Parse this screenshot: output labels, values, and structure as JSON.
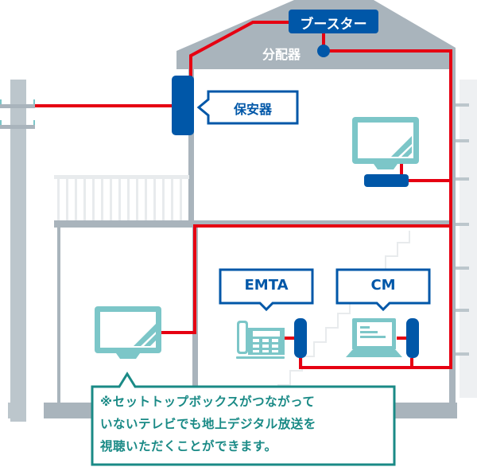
{
  "title": "ケーブルテレビ宅内配線図",
  "colors": {
    "wire": "#e60012",
    "device_blue": "#0057a8",
    "house_gray": "#a9b4bc",
    "pole_gray": "#bcc6cc",
    "light_gray": "#e8ebed",
    "icon_teal": "#7cc6c8",
    "note_teal": "#1a8a86",
    "white": "#ffffff"
  },
  "labels": {
    "booster": "ブースター",
    "splitter": "分配器",
    "protector": "保安器",
    "emta": "EMTA",
    "cm": "CM"
  },
  "note": {
    "lines": [
      "※セットトップボックスがつながって",
      "いないテレビでも地上デジタル放送を",
      "視聴いただくことができます。"
    ]
  },
  "icons": {
    "pole": "utility-pole-icon",
    "tv_upstairs": "tv-icon",
    "stb": "set-top-box-icon",
    "tv_downstairs": "tv-icon",
    "phone": "telephone-icon",
    "laptop": "laptop-icon",
    "emta_device": "emta-device-icon",
    "cm_device": "cable-modem-icon"
  }
}
